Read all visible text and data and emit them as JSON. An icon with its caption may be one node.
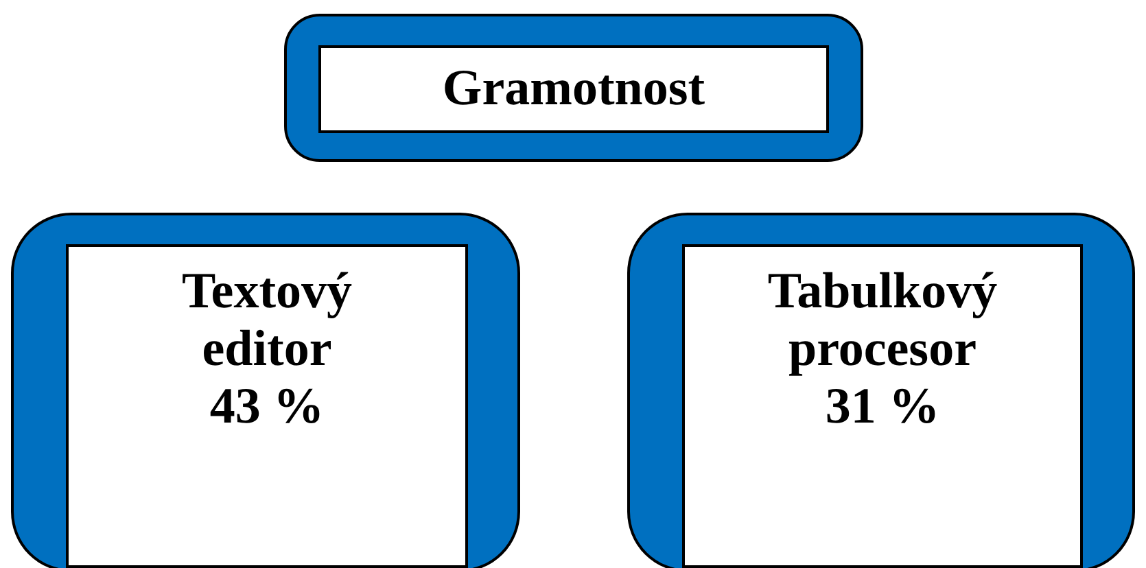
{
  "diagram": {
    "nodes": [
      {
        "text": [
          "Gramotnost"
        ]
      },
      {
        "text": [
          "Textový editor",
          "43 %"
        ]
      },
      {
        "text": [
          "Tabulkový procesor",
          "31 %"
        ]
      }
    ]
  }
}
